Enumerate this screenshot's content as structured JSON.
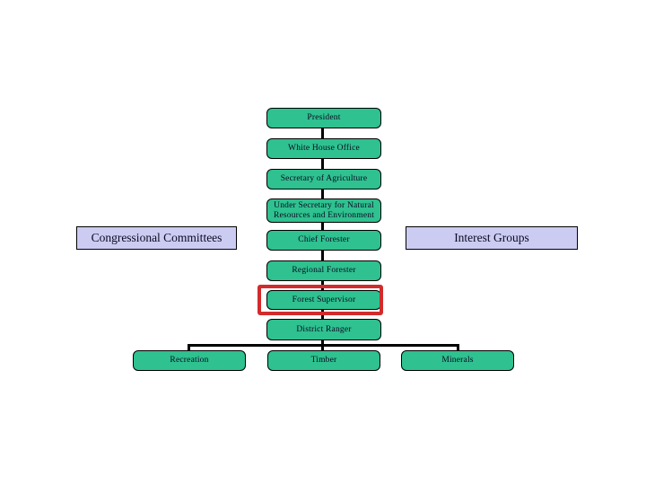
{
  "slide": {
    "background": "#ffffff",
    "description": "Forest Service chain of command hierarchy diagram"
  },
  "chart": {
    "type": "org-hierarchy",
    "colors": {
      "node_fill": "#2fc18f",
      "node_border": "#000000",
      "side_fill": "#ccccf2",
      "side_border": "#000000",
      "text": "#0a0a23",
      "connector": "#000000",
      "highlight": "#d22b2b"
    },
    "chain": [
      {
        "id": "president",
        "label": "President"
      },
      {
        "id": "white-house-office",
        "label": "White House Office"
      },
      {
        "id": "secretary-of-agriculture",
        "label": "Secretary of Agriculture"
      },
      {
        "id": "under-secretary",
        "label": "Under Secretary for Natural Resources and Environment"
      },
      {
        "id": "chief-forester",
        "label": "Chief Forester"
      },
      {
        "id": "regional-forester",
        "label": "Regional Forester"
      },
      {
        "id": "forest-supervisor",
        "label": "Forest Supervisor",
        "highlighted": true
      },
      {
        "id": "district-ranger",
        "label": "District Ranger"
      }
    ],
    "side_nodes": [
      {
        "id": "congressional-committees",
        "label": "Congressional Committees",
        "position": "left"
      },
      {
        "id": "interest-groups",
        "label": "Interest Groups",
        "position": "right"
      }
    ],
    "leaf_nodes": [
      {
        "id": "recreation",
        "label": "Recreation"
      },
      {
        "id": "timber",
        "label": "Timber"
      },
      {
        "id": "minerals",
        "label": "Minerals"
      }
    ]
  }
}
